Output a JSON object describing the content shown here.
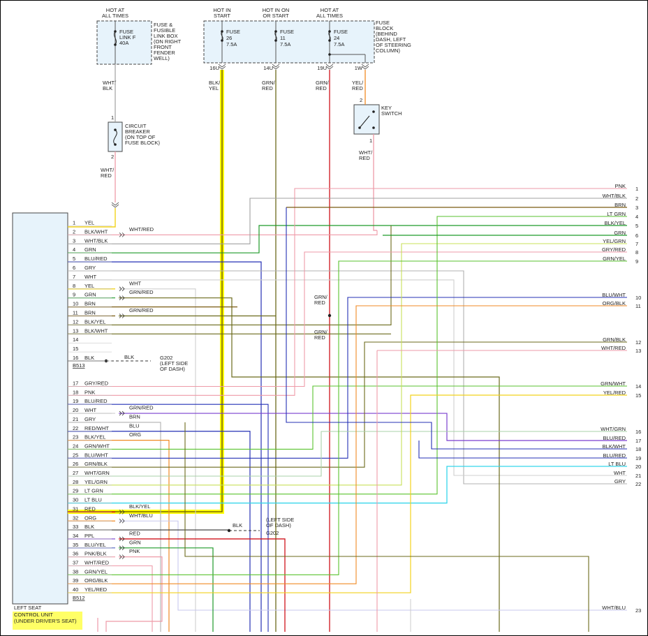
{
  "headers": [
    {
      "line1": "HOT AT",
      "line2": "ALL TIMES"
    },
    {
      "line1": "HOT IN",
      "line2": "START"
    },
    {
      "line1": "HOT IN ON",
      "line2": "OR START"
    },
    {
      "line1": "HOT AT",
      "line2": "ALL TIMES"
    }
  ],
  "fuse_link_box": {
    "fuse": [
      "FUSE",
      "LINK F",
      "40A"
    ],
    "desc": [
      "FUSE &",
      "FUSIBLE",
      "LINK BOX",
      "(ON RIGHT",
      "FRONT",
      "FENDER",
      "WELL)"
    ]
  },
  "fuse_block": {
    "fuses": [
      {
        "lines": [
          "FUSE",
          "26",
          "7.5A"
        ],
        "pin": "16U"
      },
      {
        "lines": [
          "FUSE",
          "11",
          "7.5A"
        ],
        "pin": "14U"
      },
      {
        "lines": [
          "FUSE",
          "24",
          "7.5A"
        ],
        "pin": "19U"
      }
    ],
    "pin_1w": "1W",
    "desc": [
      "FUSE",
      "BLOCK",
      "(BEHIND",
      "DASH, LEFT",
      "OF STEERING",
      "COLUMN)"
    ]
  },
  "circuit_breaker": {
    "desc": [
      "CIRCUIT",
      "BREAKER",
      "(ON TOP OF",
      "FUSE BLOCK)"
    ],
    "pin_top": "1",
    "pin_bottom": "2"
  },
  "key_switch": {
    "desc": [
      "KEY",
      "SWITCH"
    ],
    "pin_top": "2",
    "pin_bottom": "1"
  },
  "wire_labels": {
    "wht_blk": [
      "WHT/",
      "BLK"
    ],
    "wht_red": [
      "WHT/",
      "RED"
    ],
    "blk_yel": [
      "BLK/",
      "YEL"
    ],
    "grn_red_a": [
      "GRN/",
      "RED"
    ],
    "grn_red_b": [
      "GRN/",
      "RED"
    ],
    "yel_red": [
      "YEL/",
      "RED"
    ],
    "wht_red_ks": [
      "WHT/",
      "RED"
    ],
    "grn_red_mid1": [
      "GRN/",
      "RED"
    ],
    "grn_red_mid2": [
      "GRN/",
      "RED"
    ]
  },
  "ground_labels": {
    "g202_top": {
      "wire": "BLK",
      "desc": [
        "G202",
        "(LEFT SIDE",
        "OF DASH)"
      ]
    },
    "g202_bottom": {
      "wire": "BLK",
      "desc": [
        "(LEFT SIDE",
        "OF DASH)",
        "G202"
      ]
    }
  },
  "control_unit": {
    "label": [
      "LEFT SEAT",
      "CONTROL UNIT",
      "(UNDER DRIVER'S SEAT)"
    ],
    "connector_top": "B513",
    "connector_bottom": "B512"
  },
  "pins": [
    {
      "n": "1",
      "c": "YEL"
    },
    {
      "n": "2",
      "c": "BLK/WHT"
    },
    {
      "n": "3",
      "c": "WHT/BLK"
    },
    {
      "n": "4",
      "c": "GRN"
    },
    {
      "n": "5",
      "c": "BLU/RED"
    },
    {
      "n": "6",
      "c": "GRY"
    },
    {
      "n": "7",
      "c": "WHT"
    },
    {
      "n": "8",
      "c": "YEL"
    },
    {
      "n": "9",
      "c": "GRN"
    },
    {
      "n": "10",
      "c": "BRN"
    },
    {
      "n": "11",
      "c": "BRN"
    },
    {
      "n": "12",
      "c": "BLK/YEL"
    },
    {
      "n": "13",
      "c": "BLK/WHT"
    },
    {
      "n": "14",
      "c": ""
    },
    {
      "n": "15",
      "c": ""
    },
    {
      "n": "16",
      "c": "BLK"
    },
    {
      "n": "17",
      "c": "GRY/RED"
    },
    {
      "n": "18",
      "c": "PNK"
    },
    {
      "n": "19",
      "c": "BLU/RED"
    },
    {
      "n": "20",
      "c": "WHT"
    },
    {
      "n": "21",
      "c": "GRY"
    },
    {
      "n": "22",
      "c": "RED/WHT"
    },
    {
      "n": "23",
      "c": "BLK/YEL"
    },
    {
      "n": "24",
      "c": "GRN/WHT"
    },
    {
      "n": "25",
      "c": "BLU/WHT"
    },
    {
      "n": "26",
      "c": "GRN/BLK"
    },
    {
      "n": "27",
      "c": "WHT/GRN"
    },
    {
      "n": "28",
      "c": "YEL/GRN"
    },
    {
      "n": "29",
      "c": "LT GRN"
    },
    {
      "n": "30",
      "c": "LT BLU"
    },
    {
      "n": "31",
      "c": "RED"
    },
    {
      "n": "32",
      "c": "ORG"
    },
    {
      "n": "33",
      "c": "BLK"
    },
    {
      "n": "34",
      "c": "PPL"
    },
    {
      "n": "35",
      "c": "BLU/YEL"
    },
    {
      "n": "36",
      "c": "PNK/BLK"
    },
    {
      "n": "37",
      "c": "WHT/RED"
    },
    {
      "n": "38",
      "c": "GRN/YEL"
    },
    {
      "n": "39",
      "c": "ORG/BLK"
    },
    {
      "n": "40",
      "c": "YEL/RED"
    }
  ],
  "splice_labels": [
    {
      "pin": "2",
      "text": "WHT/RED"
    },
    {
      "pin": "8",
      "text": "WHT"
    },
    {
      "pin": "9",
      "text": "GRN/RED"
    },
    {
      "pin": "11",
      "text": "GRN/RED"
    },
    {
      "pin": "20",
      "text": "GRN/RED"
    },
    {
      "pin": "21",
      "text": "BRN"
    },
    {
      "pin": "22",
      "text": "BLU"
    },
    {
      "pin": "23",
      "text": "ORG"
    },
    {
      "pin": "31",
      "text": "BLK/YEL"
    },
    {
      "pin": "32",
      "text": "WHT/BLU"
    },
    {
      "pin": "34",
      "text": "RED"
    },
    {
      "pin": "35",
      "text": "GRN"
    },
    {
      "pin": "36",
      "text": "PNK"
    }
  ],
  "right_pins": [
    {
      "n": "1",
      "c": "PNK"
    },
    {
      "n": "2",
      "c": "WHT/BLK"
    },
    {
      "n": "3",
      "c": "BRN"
    },
    {
      "n": "4",
      "c": "LT GRN"
    },
    {
      "n": "5",
      "c": "BLK/YEL"
    },
    {
      "n": "6",
      "c": "GRN"
    },
    {
      "n": "7",
      "c": "YEL/GRN"
    },
    {
      "n": "8",
      "c": "GRY/RED"
    },
    {
      "n": "9",
      "c": "GRN/YEL"
    },
    {
      "n": "10",
      "c": "BLU/WHT"
    },
    {
      "n": "11",
      "c": "ORG/BLK"
    },
    {
      "n": "12",
      "c": "GRN/BLK"
    },
    {
      "n": "13",
      "c": "WHT/RED"
    },
    {
      "n": "14",
      "c": "GRN/WHT"
    },
    {
      "n": "15",
      "c": "YEL/RED"
    },
    {
      "n": "16",
      "c": "WHT/GRN"
    },
    {
      "n": "17",
      "c": "BLU/RED"
    },
    {
      "n": "18",
      "c": "BLK/WHT"
    },
    {
      "n": "19",
      "c": "BLU/RED"
    },
    {
      "n": "20",
      "c": "LT BLU"
    },
    {
      "n": "21",
      "c": "WHT"
    },
    {
      "n": "22",
      "c": "GRY"
    },
    {
      "n": "23",
      "c": "WHT/BLU"
    }
  ],
  "colors": {
    "YEL": "#f2d21b",
    "GRN": "#1f9a2a",
    "LTGRN": "#59c22f",
    "BLU": "#2430b5",
    "PPL": "#7a3fcf",
    "BRN": "#7a5a10",
    "OLIVE": "#6b6a1b",
    "PNK": "#ee9aa8",
    "RED": "#d0131b",
    "ORG": "#f08a24",
    "GRY": "#b8b8b8",
    "WHT": "#d8d8d8",
    "LTBLU": "#34d6ea",
    "BLK": "#333333",
    "HIGHLIGHT": "#ffff00"
  }
}
